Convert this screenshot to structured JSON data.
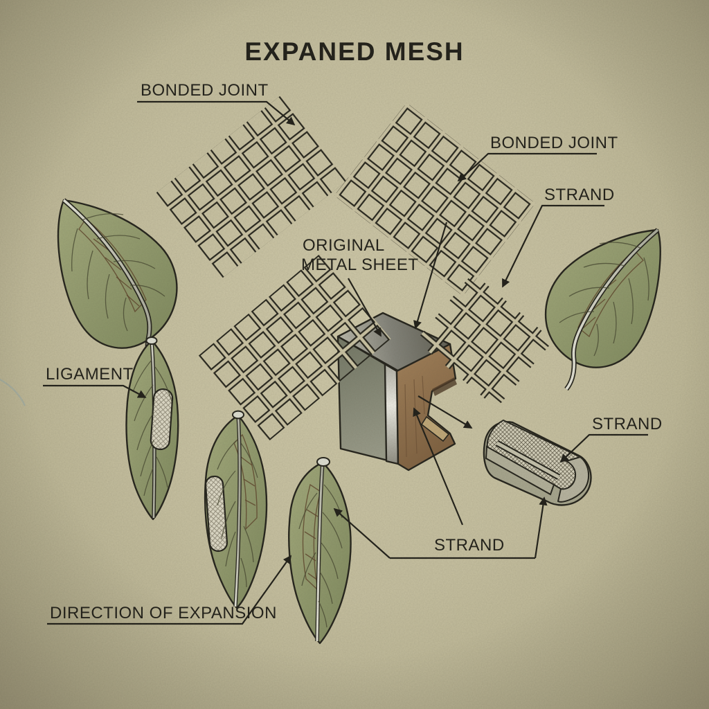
{
  "title": "EXPANED MESH",
  "labels": {
    "bonded_joint_left": "BONDED JOINT",
    "bonded_joint_right": "BONDED JOINT",
    "strand_upper_right": "STRAND",
    "original_metal_sheet_line1": "ORIGINAL",
    "original_metal_sheet_line2": "METAL SHEET",
    "ligament": "LIGAMENT",
    "strand_cross_section": "STRAND",
    "strand_bottom": "STRAND",
    "direction_of_expansion": "DIRECTION OF EXPANSION"
  },
  "colors": {
    "background": "#c6c0a0",
    "background_edge": "#a7a083",
    "ink": "#1f1e18",
    "mesh_bar_core": "#cbc4a4",
    "mesh_bar_edge": "#26251d",
    "leaf_green_light": "#a3aa7c",
    "leaf_green_dark": "#7f8a5e",
    "leaf_brown": "#8d6c49",
    "metal_band_light": "#efeee6",
    "metal_top_dark": "#5f5e53",
    "wood_brown": "#96754f",
    "floor_tan": "#c0a878",
    "capsule_fill": "#e0dcc9",
    "trough_shell": "#a7a68e"
  }
}
